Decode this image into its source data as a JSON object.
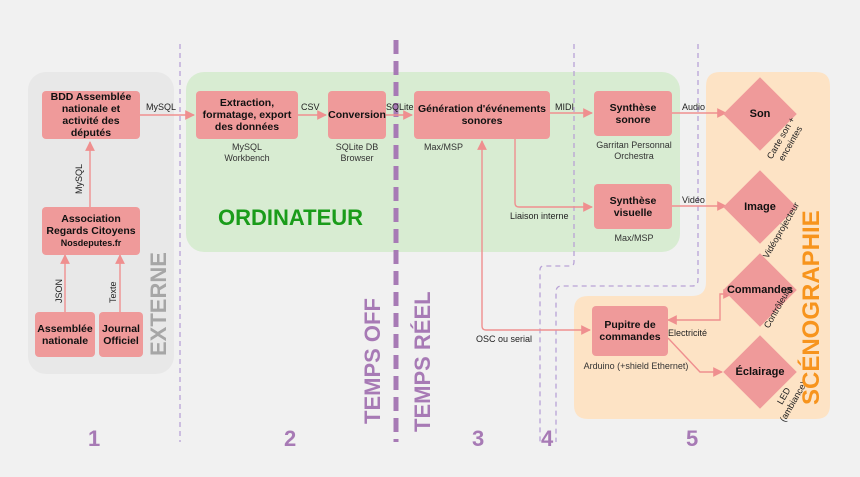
{
  "zones": {
    "externe": "EXTERNE",
    "ordinateur": "ORDINATEUR",
    "scenographie": "SCÉNOGRAPHIE",
    "temps_off": "TEMPS OFF",
    "temps_reel": "TEMPS RÉEL"
  },
  "sections": [
    "1",
    "2",
    "3",
    "4",
    "5"
  ],
  "nodes": {
    "bdd": "BDD Assemblée nationale et activité des députés",
    "association": "Association Regards Citoyens",
    "association_sub": "Nosdeputes.fr",
    "assemblee": "Assemblée nationale",
    "journal": "Journal Officiel",
    "extraction": "Extraction, formatage, export des données",
    "conversion": "Conversion",
    "generation": "Génération d'événements sonores",
    "synth_sonore": "Synthèse sonore",
    "synth_visuelle": "Synthèse visuelle",
    "pupitre": "Pupitre de commandes",
    "son": "Son",
    "image": "Image",
    "commandes": "Commandes",
    "eclairage": "Éclairage"
  },
  "captions": {
    "mysql_wb": "MySQL Workbench",
    "sqlite_db": "SQLite DB Browser",
    "maxmsp1": "Max/MSP",
    "garritan": "Garritan Personnal Orchestra",
    "maxmsp2": "Max/MSP",
    "arduino": "Arduino (+shield Ethernet)",
    "carte_son": "Carte son + enceintes",
    "videoproj": "Vidéoprojecteur",
    "controleurs": "Contrôleurs",
    "led": "LED (ambiance)"
  },
  "edges": {
    "mysql_v": "MySQL",
    "json": "JSON",
    "texte": "Texte",
    "mysql_h": "MySQL",
    "csv": "CSV",
    "sqlite": "SQLite",
    "midi": "MIDI",
    "audio": "Audio",
    "video": "Vidéo",
    "liaison": "Liaison interne",
    "osc": "OSC ou serial",
    "electricite": "Electricité"
  },
  "colors": {
    "node": "#ef9a9a",
    "arrow": "#ef8f8f",
    "externe_bg": "#e8e8e8",
    "ordinateur_bg": "#d8ecd2",
    "ordinateur_text": "#1a9c1a",
    "scenographie_bg": "#fde3c5",
    "scenographie_text": "#f7941d",
    "purple": "#a77ab5"
  }
}
